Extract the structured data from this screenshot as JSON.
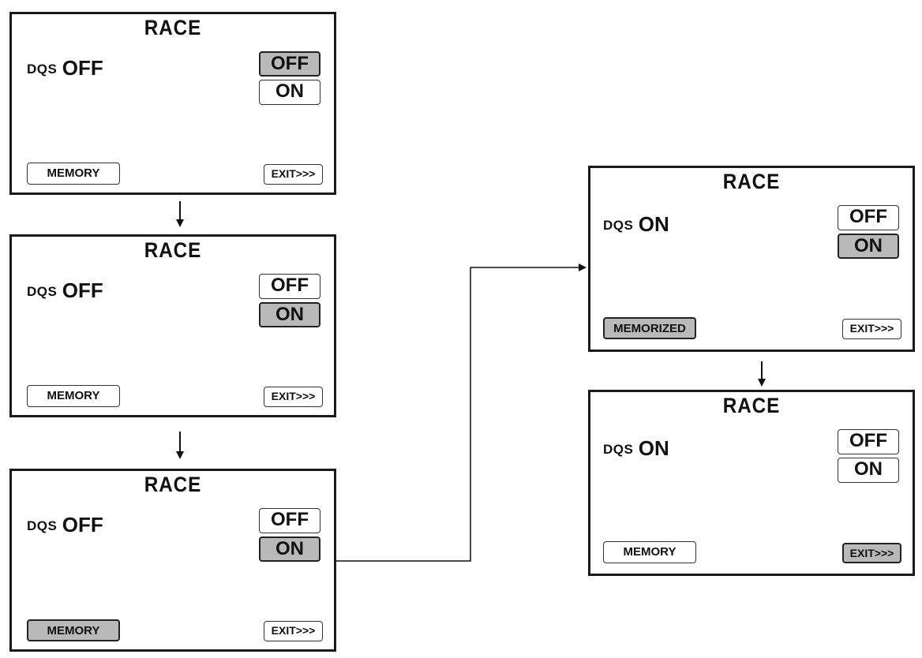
{
  "screens": [
    {
      "title": "RACE",
      "dqs_label": "DQS",
      "dqs_value": "OFF",
      "option_off": "OFF",
      "option_on": "ON",
      "selected_option": "OFF",
      "memory_label": "MEMORY",
      "memory_pressed": false,
      "exit_label": "EXIT>>>",
      "exit_pressed": false
    },
    {
      "title": "RACE",
      "dqs_label": "DQS",
      "dqs_value": "OFF",
      "option_off": "OFF",
      "option_on": "ON",
      "selected_option": "ON",
      "memory_label": "MEMORY",
      "memory_pressed": false,
      "exit_label": "EXIT>>>",
      "exit_pressed": false
    },
    {
      "title": "RACE",
      "dqs_label": "DQS",
      "dqs_value": "OFF",
      "option_off": "OFF",
      "option_on": "ON",
      "selected_option": "ON",
      "memory_label": "MEMORY",
      "memory_pressed": true,
      "exit_label": "EXIT>>>",
      "exit_pressed": false
    },
    {
      "title": "RACE",
      "dqs_label": "DQS",
      "dqs_value": "ON",
      "option_off": "OFF",
      "option_on": "ON",
      "selected_option": "ON",
      "memory_label": "MEMORIZED",
      "memory_pressed": true,
      "exit_label": "EXIT>>>",
      "exit_pressed": false
    },
    {
      "title": "RACE",
      "dqs_label": "DQS",
      "dqs_value": "ON",
      "option_off": "OFF",
      "option_on": "ON",
      "selected_option": "",
      "memory_label": "MEMORY",
      "memory_pressed": false,
      "exit_label": "EXIT>>>",
      "exit_pressed": true
    }
  ],
  "flow": [
    {
      "from": 1,
      "to": 2
    },
    {
      "from": 2,
      "to": 3
    },
    {
      "from": 3,
      "to": 4
    },
    {
      "from": 4,
      "to": 5
    }
  ],
  "colors": {
    "pressed_fill": "#b9b9b9",
    "border": "#1a1a1a"
  }
}
